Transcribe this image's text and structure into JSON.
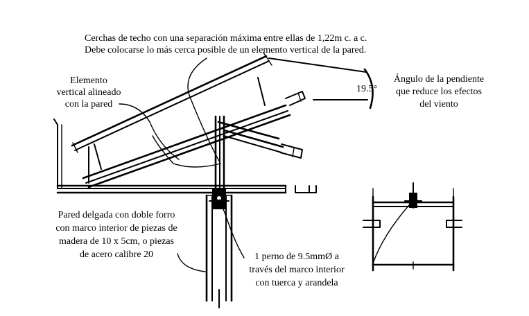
{
  "labels": {
    "cerchas_line1": "Cerchas de techo con una separación máxima entre ellas de 1,22m c. a c.",
    "cerchas_line2": "Debe colocarse lo más cerca posible de un elemento vertical de la pared.",
    "elemento_line1": "Elemento",
    "elemento_line2": "vertical alineado",
    "elemento_line3": "con la pared",
    "angulo_line1": "Ángulo de la pendiente",
    "angulo_line2": "que reduce los efectos",
    "angulo_line3": "del viento",
    "angle_value": "19.5°",
    "pared_line1": "Pared delgada con doble forro",
    "pared_line2": "con marco interior de piezas de",
    "pared_line3": "madera de 10 x 5cm, o piezas",
    "pared_line4": "de acero calibre 20",
    "perno_line1": "1 perno de 9.5mmØ a",
    "perno_line2": "través del marco interior",
    "perno_line3": "con tuerca y arandela"
  }
}
